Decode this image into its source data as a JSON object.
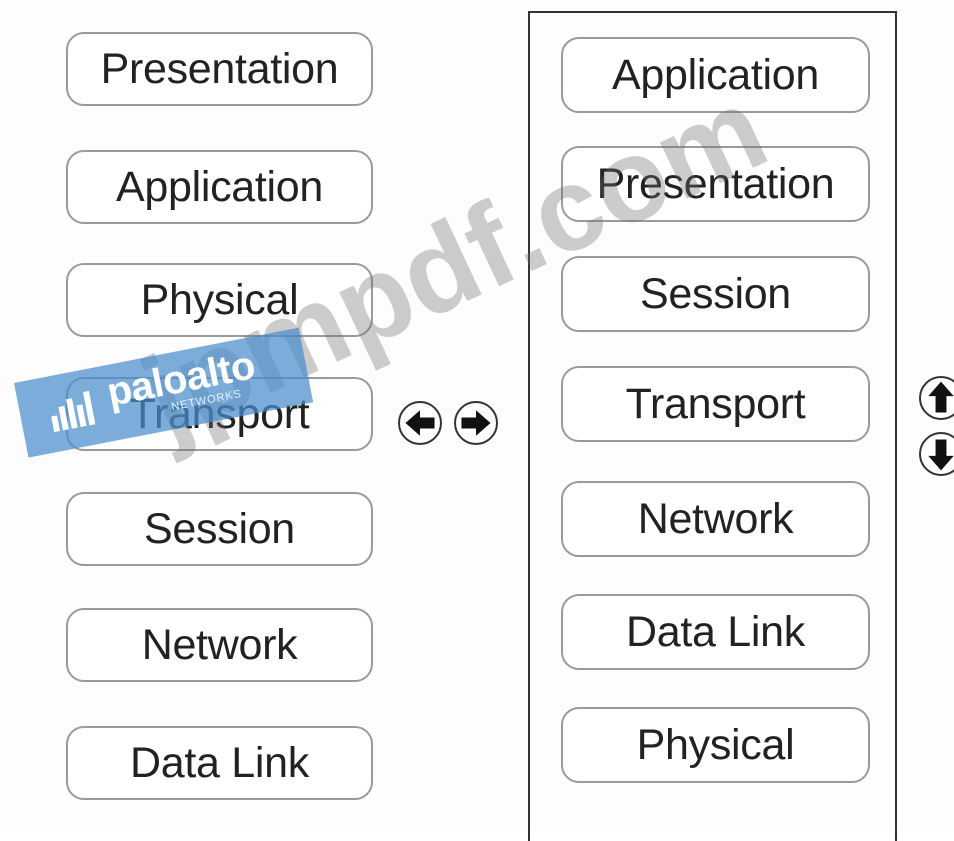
{
  "source_items": [
    {
      "label": "Presentation"
    },
    {
      "label": "Application"
    },
    {
      "label": "Physical"
    },
    {
      "label": "Transport"
    },
    {
      "label": "Session"
    },
    {
      "label": "Network"
    },
    {
      "label": "Data Link"
    }
  ],
  "target_items": [
    {
      "label": "Application"
    },
    {
      "label": "Presentation"
    },
    {
      "label": "Session"
    },
    {
      "label": "Transport"
    },
    {
      "label": "Network"
    },
    {
      "label": "Data Link"
    },
    {
      "label": "Physical"
    }
  ],
  "controls": {
    "move_left": "arrow-left-icon",
    "move_right": "arrow-right-icon",
    "move_up": "arrow-up-icon",
    "move_down": "arrow-down-icon"
  },
  "watermark": {
    "site": "jpmpdf.com",
    "logo_name": "paloalto",
    "logo_sub": "NETWORKS"
  },
  "colors": {
    "item_border": "#9a9a9a",
    "panel_border": "#333333",
    "logo_plate": "#4a8dcc"
  }
}
